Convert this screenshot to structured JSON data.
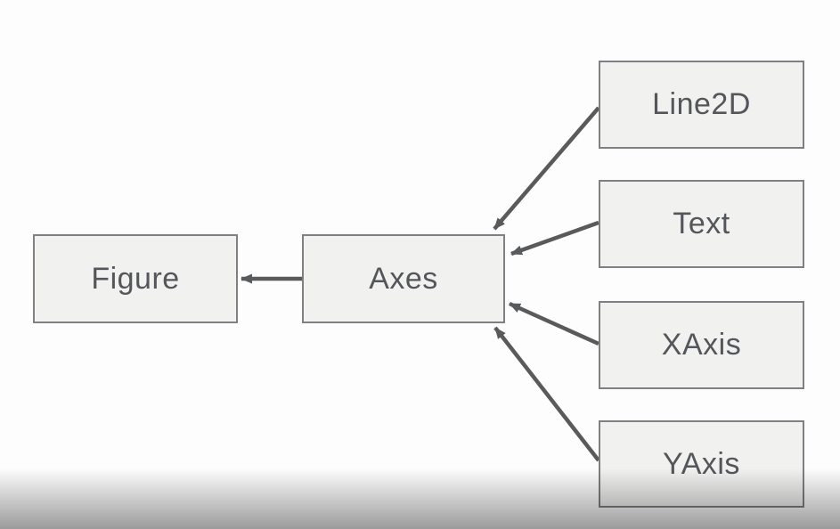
{
  "diagram": {
    "nodes": {
      "figure": {
        "label": "Figure"
      },
      "axes": {
        "label": "Axes"
      },
      "line2d": {
        "label": "Line2D"
      },
      "text": {
        "label": "Text"
      },
      "xaxis": {
        "label": "XAxis"
      },
      "yaxis": {
        "label": "YAxis"
      }
    },
    "edges": [
      {
        "from": "Axes",
        "to": "Figure"
      },
      {
        "from": "Line2D",
        "to": "Axes"
      },
      {
        "from": "Text",
        "to": "Axes"
      },
      {
        "from": "XAxis",
        "to": "Axes"
      },
      {
        "from": "YAxis",
        "to": "Axes"
      }
    ],
    "colors": {
      "background": "#fdfdfd",
      "box_fill": "#f1f1f0",
      "box_border": "#7f8082",
      "label_text": "#54565b",
      "arrow": "#595a5c",
      "bottom_fade_end": "rgba(0,0,0,0.39)"
    }
  }
}
